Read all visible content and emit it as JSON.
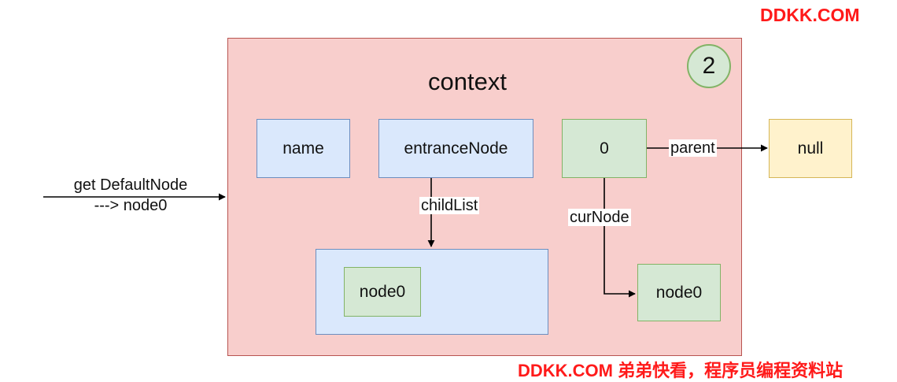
{
  "watermark": {
    "top": "DDKK.COM",
    "bottom": "DDKK.COM 弟弟快看，程序员编程资料站"
  },
  "context": {
    "title": "context",
    "step_badge": "2"
  },
  "nodes": {
    "name": "name",
    "entrance_node": "entranceNode",
    "zero": "0",
    "null": "null",
    "child_node0": "node0",
    "cur_node0": "node0"
  },
  "edges": {
    "incoming_line1": "get DefaultNode",
    "incoming_line2": "---> node0",
    "child_list": "childList",
    "parent": "parent",
    "cur_node": "curNode"
  },
  "colors": {
    "context_fill": "#f8cecc",
    "context_border": "#b85450",
    "blue_fill": "#dae8fc",
    "green_fill": "#d5e8d4",
    "yellow_fill": "#fff2cc",
    "watermark": "#ff1a1a"
  }
}
